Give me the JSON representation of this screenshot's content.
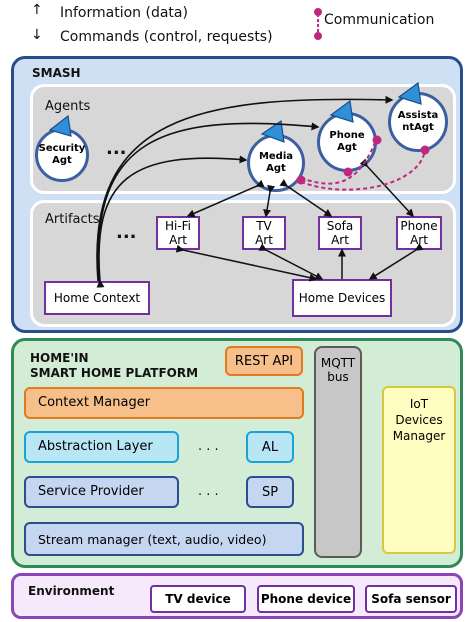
{
  "legend": {
    "info_label": "Information (data)",
    "commands_label": "Commands (control, requests)",
    "communication_label": "Communication"
  },
  "smash": {
    "title": "SMASH",
    "agents_title": "Agents",
    "artifacts_title": "Artifacts",
    "ellipsis": "...",
    "agents": {
      "security": [
        "Security",
        "Agt"
      ],
      "media": [
        "Media",
        "Agt"
      ],
      "phone": [
        "Phone",
        "Agt"
      ],
      "assistant": [
        "Assista",
        "ntAgt"
      ]
    },
    "artifacts": {
      "hifi": [
        "Hi-Fi",
        "Art"
      ],
      "tv": [
        "TV",
        "Art"
      ],
      "sofa": [
        "Sofa",
        "Art"
      ],
      "phone": [
        "Phone",
        "Art"
      ]
    },
    "home_context": "Home Context",
    "home_devices": "Home Devices"
  },
  "platform": {
    "title_line1": "HOME'IN",
    "title_line2": "SMART HOME PLATFORM",
    "rest_api": "REST API",
    "mqtt": [
      "MQTT",
      "bus"
    ],
    "context_manager": "Context Manager",
    "abstraction_layer": "Abstraction Layer",
    "al": "AL",
    "service_provider": "Service Provider",
    "sp": "SP",
    "dots": ". . .",
    "stream_manager": "Stream manager (text, audio, video)",
    "iot_manager": [
      "IoT",
      "Devices",
      "Manager"
    ]
  },
  "environment": {
    "title": "Environment",
    "devices": [
      "TV device",
      "Phone device",
      "Sofa sensor"
    ]
  },
  "colors": {
    "smash_border": "#274d8a",
    "platform_border": "#2e8b57",
    "environment_border": "#8d44b7",
    "communication": "#c0287f",
    "agent_marker": "#2f8fd8"
  }
}
